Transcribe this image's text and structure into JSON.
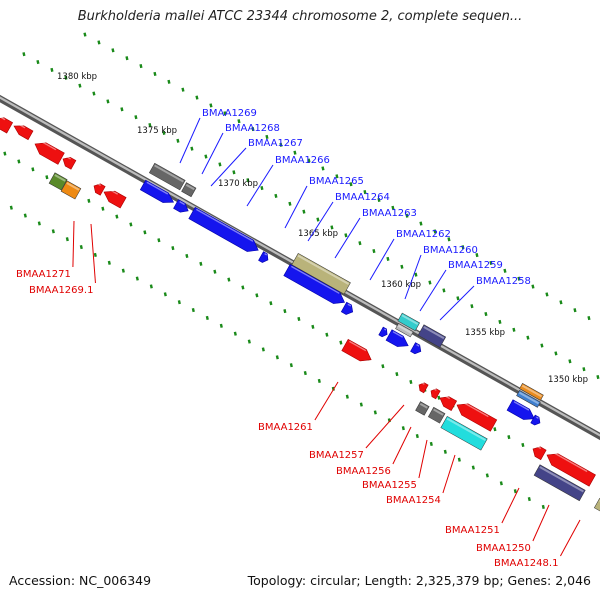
{
  "title": "Burkholderia mallei ATCC 23344 chromosome 2, complete sequen...",
  "footer": {
    "accession": "Accession: NC_006349",
    "summary": "Topology: circular; Length: 2,325,379 bp; Genes: 2,046"
  },
  "scale_ticks": [
    "1380 kbp",
    "1375 kbp",
    "1370 kbp",
    "1365 kbp",
    "1360 kbp",
    "1355 kbp",
    "1350 kbp"
  ],
  "forward_gene_labels": [
    "BMAA1269",
    "BMAA1268",
    "BMAA1267",
    "BMAA1266",
    "BMAA1265",
    "BMAA1264",
    "BMAA1263",
    "BMAA1262",
    "BMAA1260",
    "BMAA1259",
    "BMAA1258"
  ],
  "reverse_gene_labels": [
    "BMAA1271",
    "BMAA1269.1",
    "BMAA1261",
    "BMAA1257",
    "BMAA1256",
    "BMAA1255",
    "BMAA1254",
    "BMAA1251",
    "BMAA1250",
    "BMAA1248.1"
  ],
  "colors": {
    "forward_cds": "#1010ee",
    "reverse_cds": "#ee1010",
    "backbone": "#777777",
    "tick": "#1a8a1a",
    "forward_label": "#1a1aff",
    "reverse_label": "#e00000"
  }
}
